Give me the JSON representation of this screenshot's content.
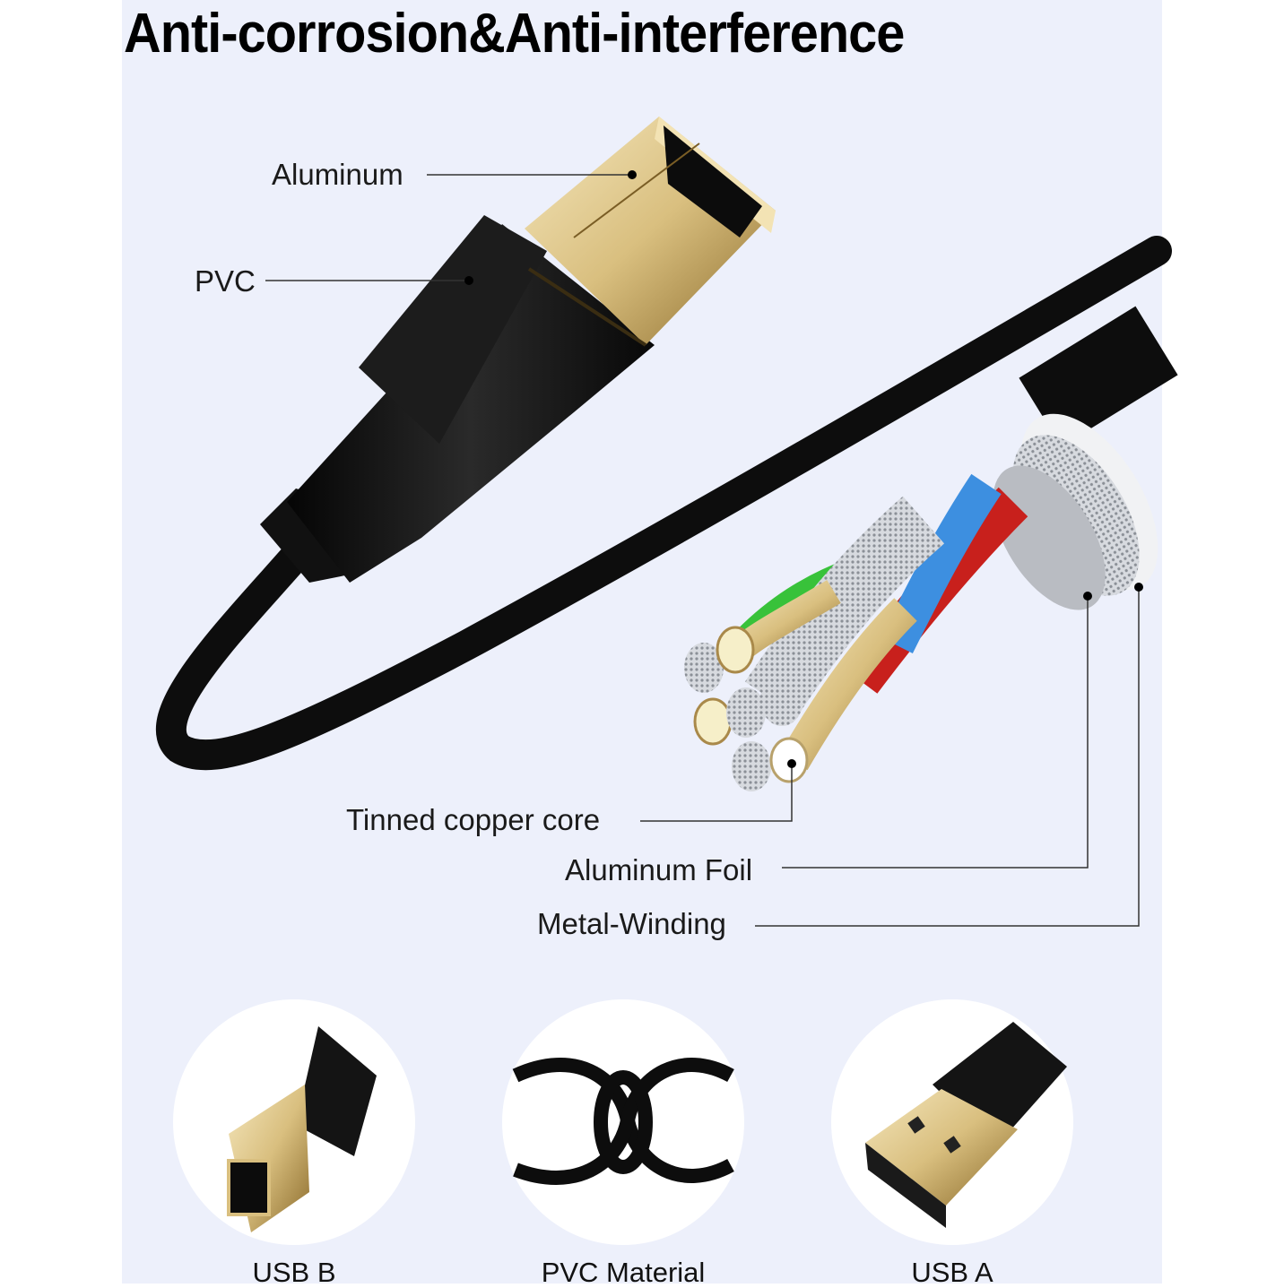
{
  "title": "Anti-corrosion&Anti-interference",
  "colors": {
    "background": "#edf0fb",
    "outer": "#ffffff",
    "cable_black": "#121212",
    "gold": "#d9bf7f",
    "wire_blue": "#3d8fe0",
    "wire_red": "#c8201c",
    "wire_green": "#38c23a",
    "tinned_silver": "#c9ccd1",
    "leader_line": "#333333"
  },
  "callouts": [
    {
      "label": "Aluminum",
      "target": "usb-b-shell",
      "dot": [
        705,
        195
      ]
    },
    {
      "label": "PVC",
      "target": "usb-b-overmold",
      "dot": [
        523,
        313
      ]
    },
    {
      "label": "Tinned copper core",
      "target": "conductor-strand",
      "dot": [
        883,
        852
      ]
    },
    {
      "label": "Aluminum Foil",
      "target": "foil-shield",
      "dot": [
        1213,
        665
      ]
    },
    {
      "label": "Metal-Winding",
      "target": "braid-shield",
      "dot": [
        1270,
        655
      ]
    }
  ],
  "features": [
    {
      "label": "USB B",
      "icon": "usb-b-connector-icon"
    },
    {
      "label": "PVC Material",
      "icon": "knotted-cable-icon"
    },
    {
      "label": "USB A",
      "icon": "usb-a-connector-icon"
    }
  ]
}
